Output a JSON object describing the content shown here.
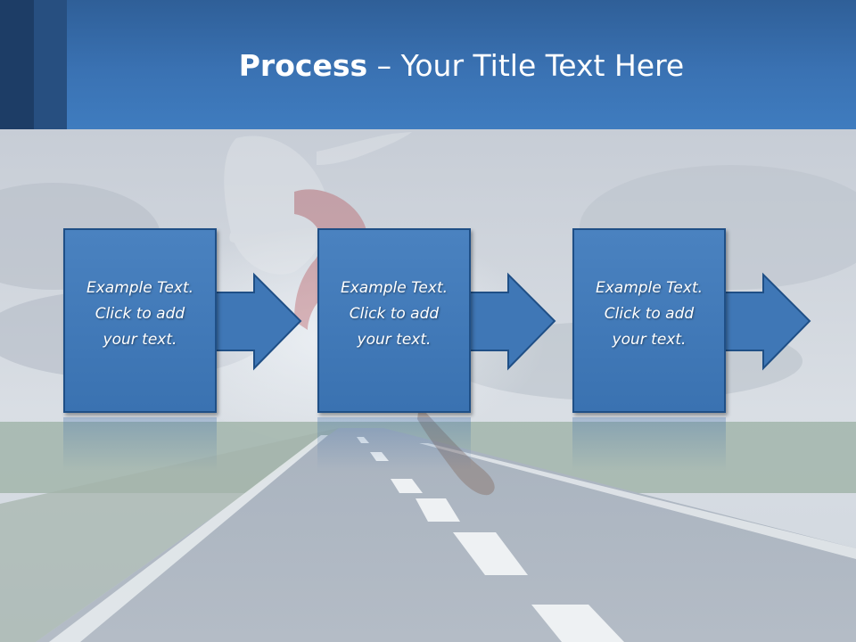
{
  "slide": {
    "title_bold": "Process",
    "title_rest": " – Your Title Text Here"
  },
  "steps": [
    {
      "text": "Example Text.\nClick  to add\nyour text."
    },
    {
      "text": "Example Text.\nClick  to add\nyour text."
    },
    {
      "text": "Example Text.\nClick  to add\nyour text."
    }
  ],
  "colors": {
    "header": "#3a72b3",
    "box_fill": "#3f77b6",
    "box_border": "#1f4f86"
  }
}
